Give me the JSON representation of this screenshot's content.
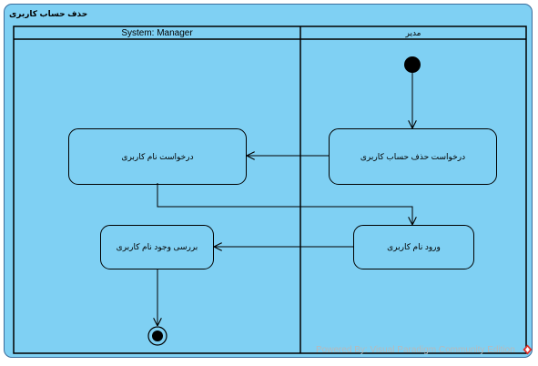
{
  "diagram": {
    "title": "حذف حساب کاربری",
    "lanes": [
      {
        "id": "system",
        "title": "System: Manager"
      },
      {
        "id": "manager",
        "title": "مدیر"
      }
    ],
    "actions": {
      "request_delete": "درخواست حذف حساب کاربری",
      "enter_username": "ورود نام کاربری",
      "request_username": "درخواست نام کاربری",
      "check_username": "بررسی وجود نام کاربری"
    },
    "watermark": "Powered By: Visual Paradigm Community Edition",
    "colors": {
      "background": "#7fd0f3",
      "frame_border": "#3a6d9c",
      "line": "#000000",
      "watermark": "#b9b9b9",
      "watermark_icon": "#e0302a"
    }
  }
}
